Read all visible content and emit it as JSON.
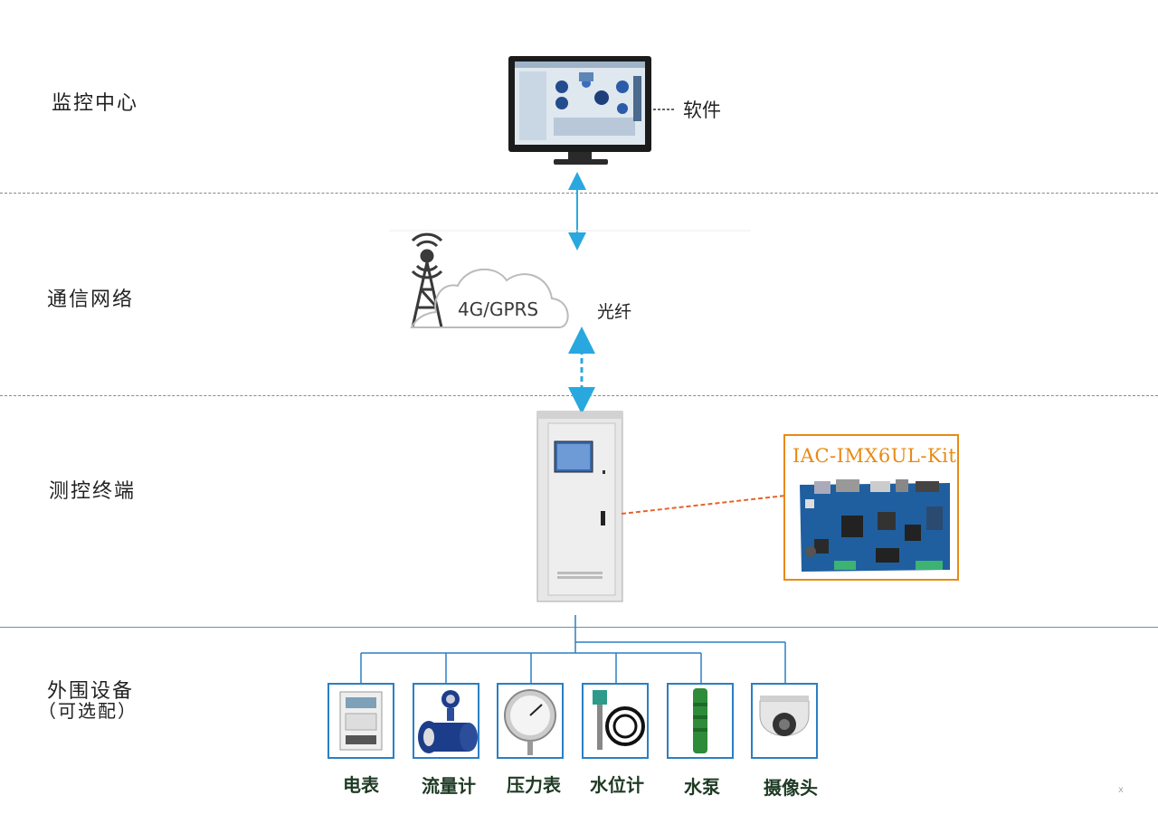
{
  "layers": {
    "monitor_center": "监控中心",
    "comm_network": "通信网络",
    "control_terminal": "测控终端",
    "peripheral": "外围设备",
    "peripheral_note": "（可选配）"
  },
  "labels": {
    "software": "软件",
    "cloud": "4G/GPRS",
    "fiber": "光纤",
    "board": "IAC-IMX6UL-Kit"
  },
  "devices": [
    {
      "label": "电表",
      "icon": "electric-meter-icon"
    },
    {
      "label": "流量计",
      "icon": "flowmeter-icon"
    },
    {
      "label": "压力表",
      "icon": "pressure-gauge-icon"
    },
    {
      "label": "水位计",
      "icon": "water-level-sensor-icon"
    },
    {
      "label": "水泵",
      "icon": "water-pump-icon"
    },
    {
      "label": "摄像头",
      "icon": "camera-icon"
    }
  ],
  "corner_mark": "ⅹ",
  "colors": {
    "arrow": "#29a8e0",
    "device_border": "#2a7fc4",
    "board_border": "#e88a14",
    "connector": "#e8622a",
    "tree_lines": "#2a7fc4"
  }
}
